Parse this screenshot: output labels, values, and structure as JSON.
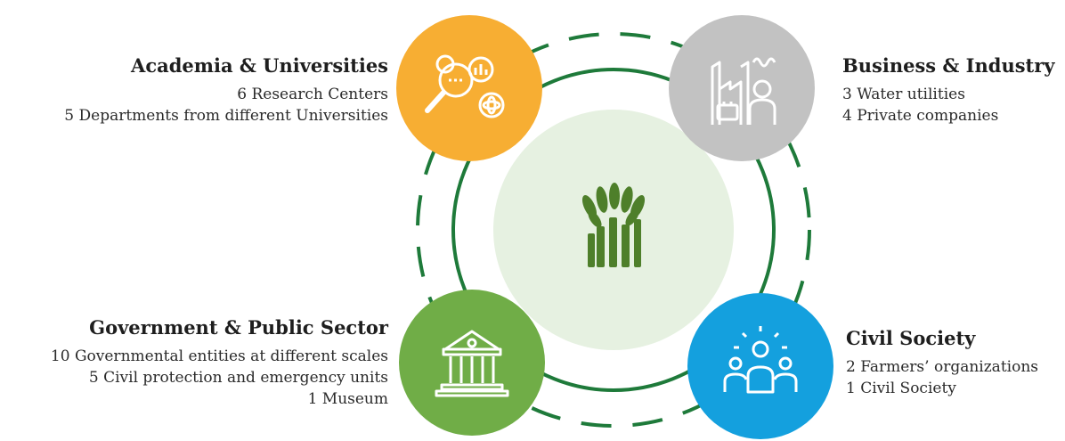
{
  "colors": {
    "academia": "#F7AE33",
    "business": "#C2C2C2",
    "government": "#70AD47",
    "civil": "#14A0DE",
    "ring": "#1E7A3A",
    "center": "#E6F1E1",
    "center_icon": "#4E7F2A"
  },
  "icons": {
    "academia": "research-gear-magnifier-icon",
    "business": "factory-briefcase-person-icon",
    "government": "government-building-icon",
    "civil": "community-people-icon",
    "center": "raised-hands-tree-icon"
  },
  "groups": {
    "academia": {
      "title": "Academia & Universities",
      "lines": [
        "6 Research Centers",
        "5 Departments from different Universities"
      ]
    },
    "business": {
      "title": "Business & Industry",
      "lines": [
        "3 Water utilities",
        "4 Private companies"
      ]
    },
    "government": {
      "title": "Government & Public Sector",
      "lines": [
        "10 Governmental entities at different scales",
        "5 Civil protection and emergency units",
        "1 Museum"
      ]
    },
    "civil": {
      "title": "Civil Society",
      "lines": [
        "2 Farmers’ organizations",
        "1 Civil Society"
      ]
    }
  }
}
